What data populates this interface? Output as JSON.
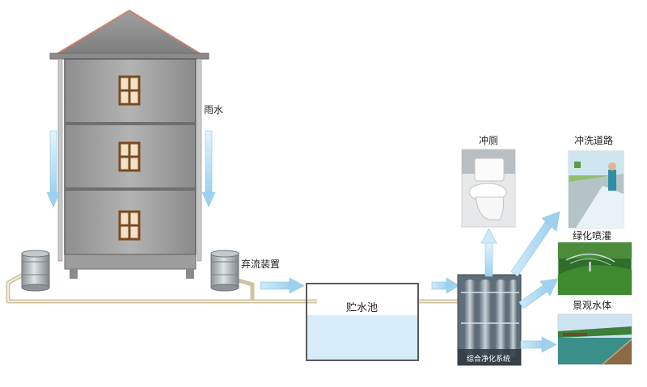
{
  "labels": {
    "rain": "雨水",
    "diverter": "弃流装置",
    "tank": "贮水池",
    "purifier": "综合净化系统",
    "toilet": "冲厕",
    "road": "冲洗道路",
    "greening": "绿化喷灌",
    "landscape": "景观水体"
  },
  "colors": {
    "arrow": "#a9d8f2",
    "roof": "#8f8f8f",
    "wall": "#9a9a9a",
    "pipe": "#d9cfa9",
    "water": "#d6ecf8"
  }
}
